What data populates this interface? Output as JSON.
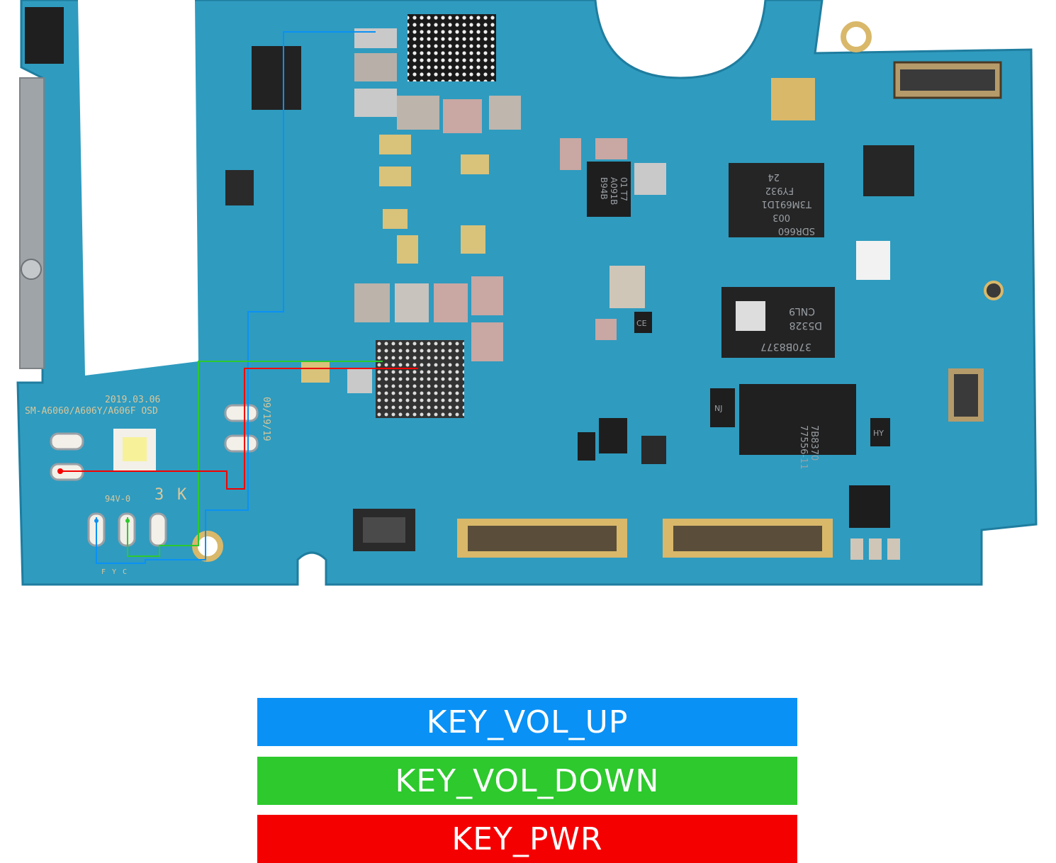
{
  "board": {
    "date_marking": "2019.03.06",
    "model_marking": "SM-A6060/A606Y/A606F OSD",
    "vertical_marking": "09/19/19",
    "pcb_code": "94V-0",
    "pad_letters": [
      "F",
      "Y",
      "C"
    ],
    "digit_3": "3",
    "digit_k": "K",
    "chip_labels": {
      "sdr": [
        "SDR660",
        "003",
        "T3M691D1",
        "FY932",
        "24"
      ],
      "pmic": [
        "D5328",
        "CNL9",
        "370B8377"
      ],
      "amp": [
        "B94B",
        "A091B",
        "01 T7"
      ],
      "bottom_chip": [
        "77556-11",
        "7B8370"
      ],
      "small_ce": "CE",
      "small_nj": "NJ",
      "small_hy": "HY"
    }
  },
  "legend": {
    "items": [
      {
        "label": "KEY_VOL_UP",
        "color": "#0a91f5"
      },
      {
        "label": "KEY_VOL_DOWN",
        "color": "#2dc92d"
      },
      {
        "label": "KEY_PWR",
        "color": "#f50000"
      }
    ]
  },
  "colors": {
    "pcb": "#2f9bbf",
    "pcb_dark": "#1f7d9f",
    "gold": "#d9b86a",
    "trace_blue": "#0a91f5",
    "trace_green": "#2dc92d",
    "trace_red": "#f50000"
  }
}
